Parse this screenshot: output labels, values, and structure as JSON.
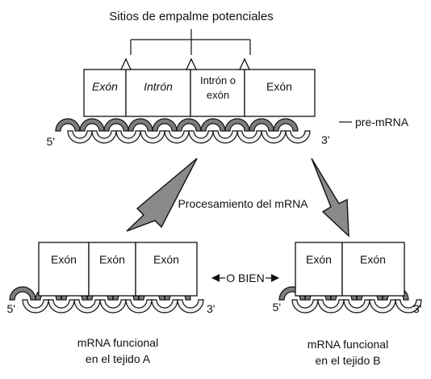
{
  "diagram": {
    "heading": "Sitios de empalme potenciales",
    "pre_mrna": {
      "segments": [
        "Exón",
        "Intrón",
        "Intrón o\nexón",
        "Exón"
      ],
      "label": "pre-mRNA",
      "five_prime": "5'",
      "three_prime": "3'"
    },
    "process_label": "Procesamiento del mRNA",
    "or_label": "O BIEN",
    "product_a": {
      "segments": [
        "Exón",
        "Exón",
        "Exón"
      ],
      "five_prime": "5'",
      "three_prime": "3'",
      "caption_line1": "mRNA funcional",
      "caption_line2": "en el tejido A"
    },
    "product_b": {
      "segments": [
        "Exón",
        "Exón"
      ],
      "five_prime": "5'",
      "three_prime": "3'",
      "caption_line1": "mRNA funcional",
      "caption_line2": "en el tejido B"
    }
  }
}
